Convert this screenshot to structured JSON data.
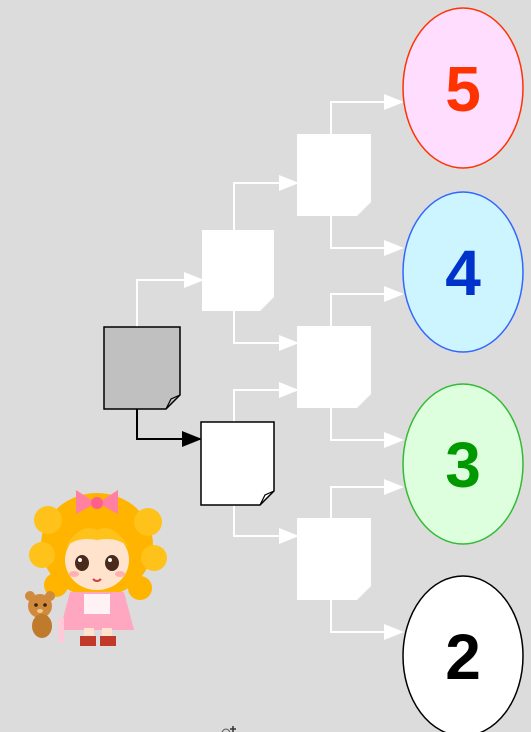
{
  "outcomes": [
    {
      "label": "5",
      "text_color": "#ff3300",
      "fill": "#ffddff",
      "stroke": "#ff3300"
    },
    {
      "label": "4",
      "text_color": "#0033cc",
      "fill": "#ccf5ff",
      "stroke": "#3366ff"
    },
    {
      "label": "3",
      "text_color": "#009900",
      "fill": "#ddffdd",
      "stroke": "#33bb33"
    },
    {
      "label": "2",
      "text_color": "#000000",
      "fill": "#ffffff",
      "stroke": "#000000"
    }
  ],
  "tree": {
    "root_fill": "#c0c0c0",
    "active_fill": "#ffffff",
    "inactive_fill": "#ffffff",
    "active_line_color": "#000000",
    "inactive_line_color": "#ffffff"
  },
  "decor": {
    "illustration": "girl-with-teddy-bear",
    "cursor": "pointer-icon"
  }
}
